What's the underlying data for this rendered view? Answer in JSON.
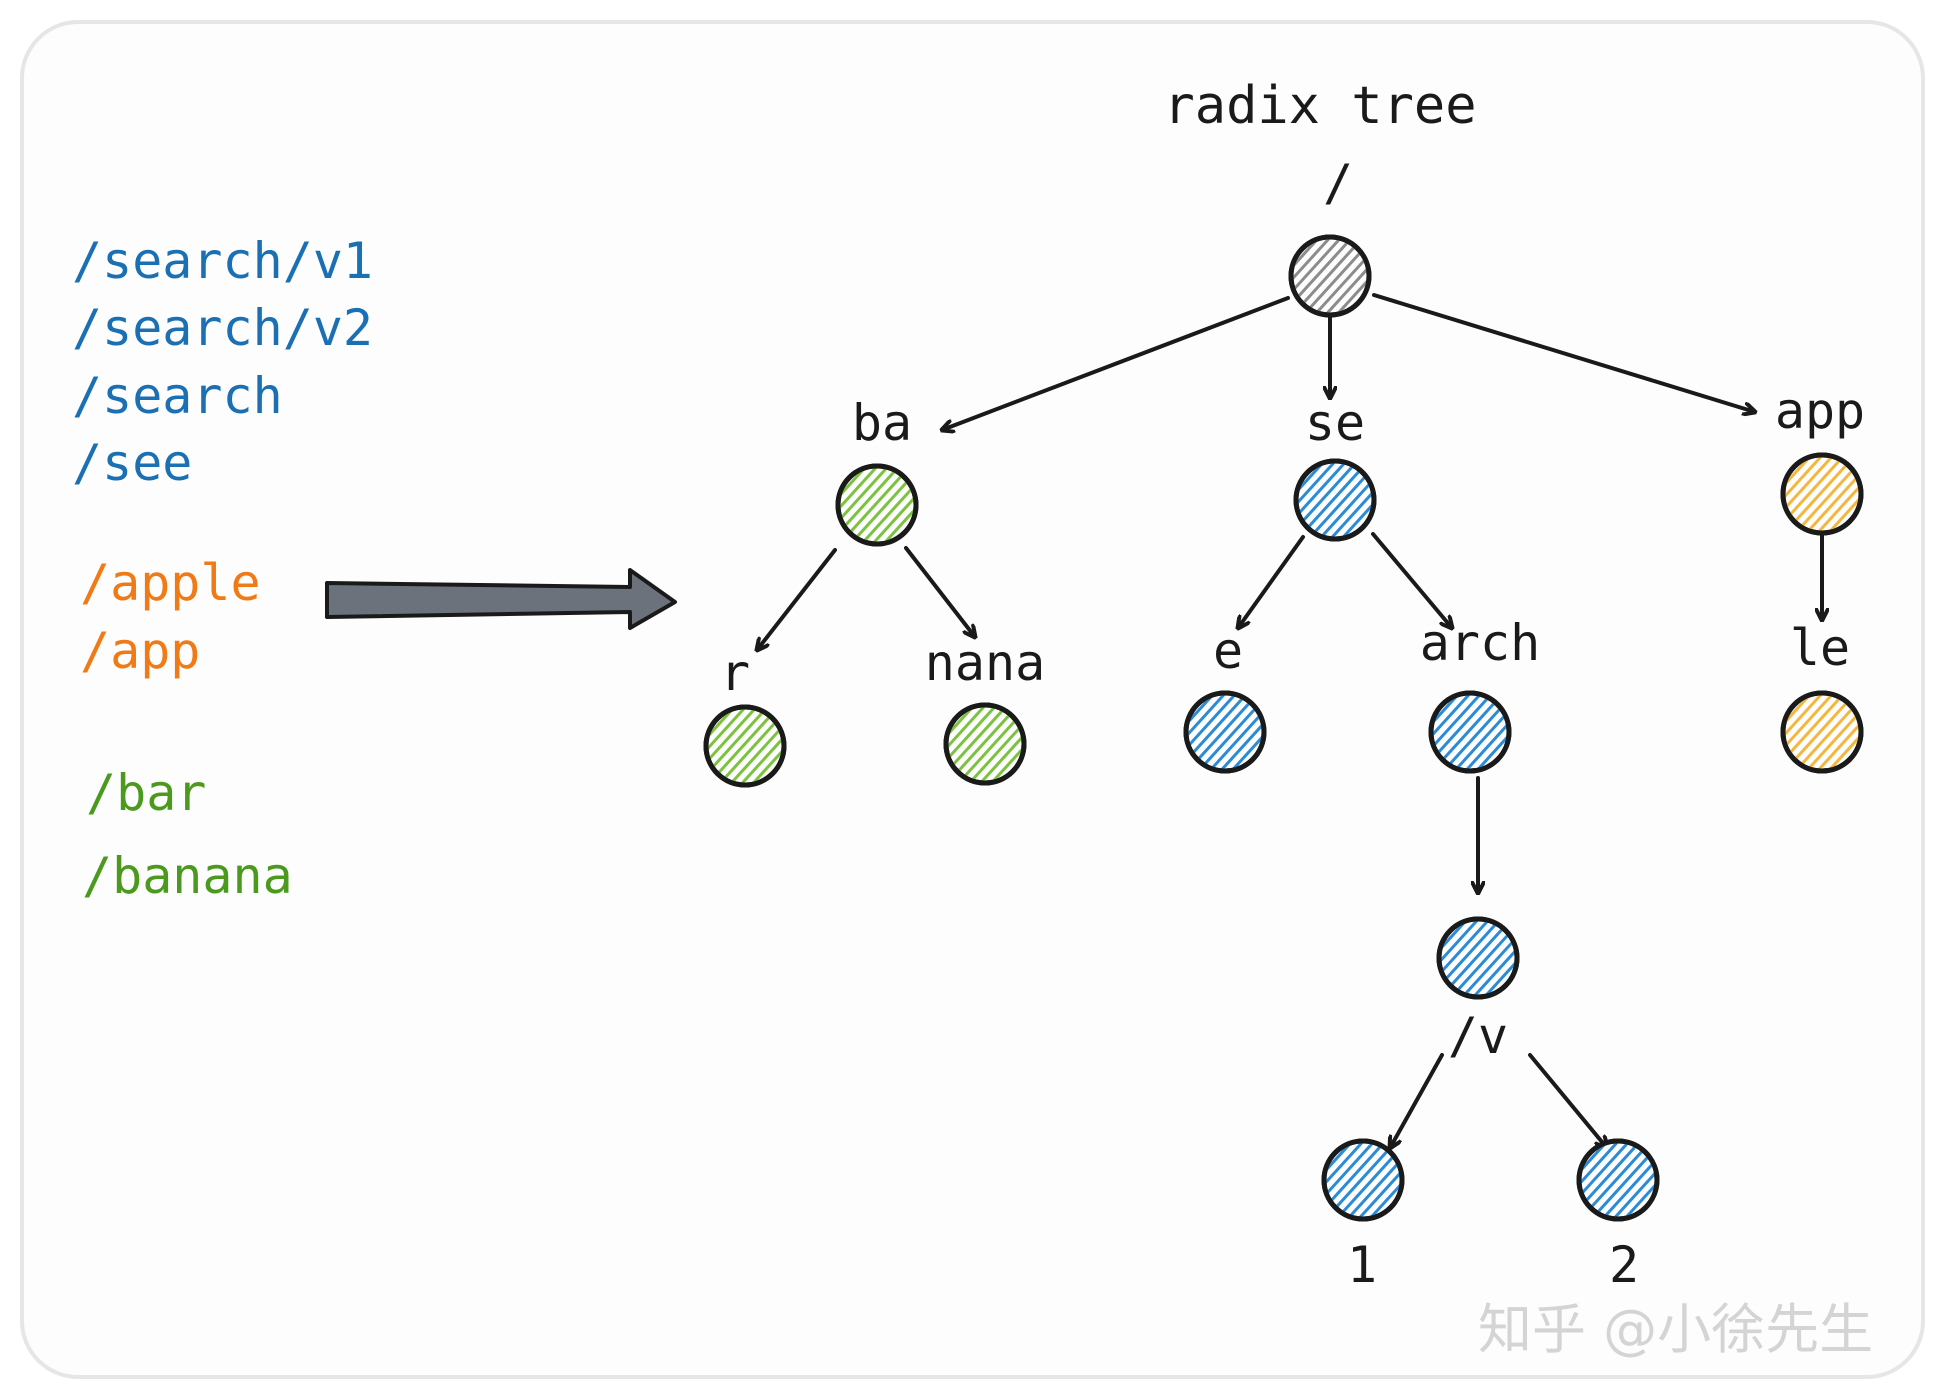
{
  "title": "radix tree",
  "routes": {
    "blue": [
      "/search/v1",
      "/search/v2",
      "/search",
      "/see"
    ],
    "orange": [
      "/apple",
      "/app"
    ],
    "green": [
      "/bar",
      "/banana"
    ]
  },
  "colors": {
    "blue": "#1b6fb3",
    "orange": "#f07a16",
    "green": "#4b9a1e",
    "node_gray": "#8c8c8c",
    "node_green": "#7cc23f",
    "node_blue": "#2b8bd6",
    "node_yellow": "#f4b73e",
    "arrow_fill": "#6c727c"
  },
  "tree": {
    "root": {
      "label": "/",
      "color": "gray"
    },
    "nodes": [
      {
        "id": "ba",
        "label": "ba",
        "color": "green"
      },
      {
        "id": "se",
        "label": "se",
        "color": "blue"
      },
      {
        "id": "app",
        "label": "app",
        "color": "yellow"
      },
      {
        "id": "r",
        "label": "r",
        "color": "green"
      },
      {
        "id": "nana",
        "label": "nana",
        "color": "green"
      },
      {
        "id": "e",
        "label": "e",
        "color": "blue"
      },
      {
        "id": "arch",
        "label": "arch",
        "color": "blue"
      },
      {
        "id": "le",
        "label": "le",
        "color": "yellow"
      },
      {
        "id": "v",
        "label": "/v",
        "color": "blue"
      },
      {
        "id": "one",
        "label": "1",
        "color": "blue"
      },
      {
        "id": "two",
        "label": "2",
        "color": "blue"
      }
    ]
  },
  "watermark": "知乎 @小徐先生"
}
